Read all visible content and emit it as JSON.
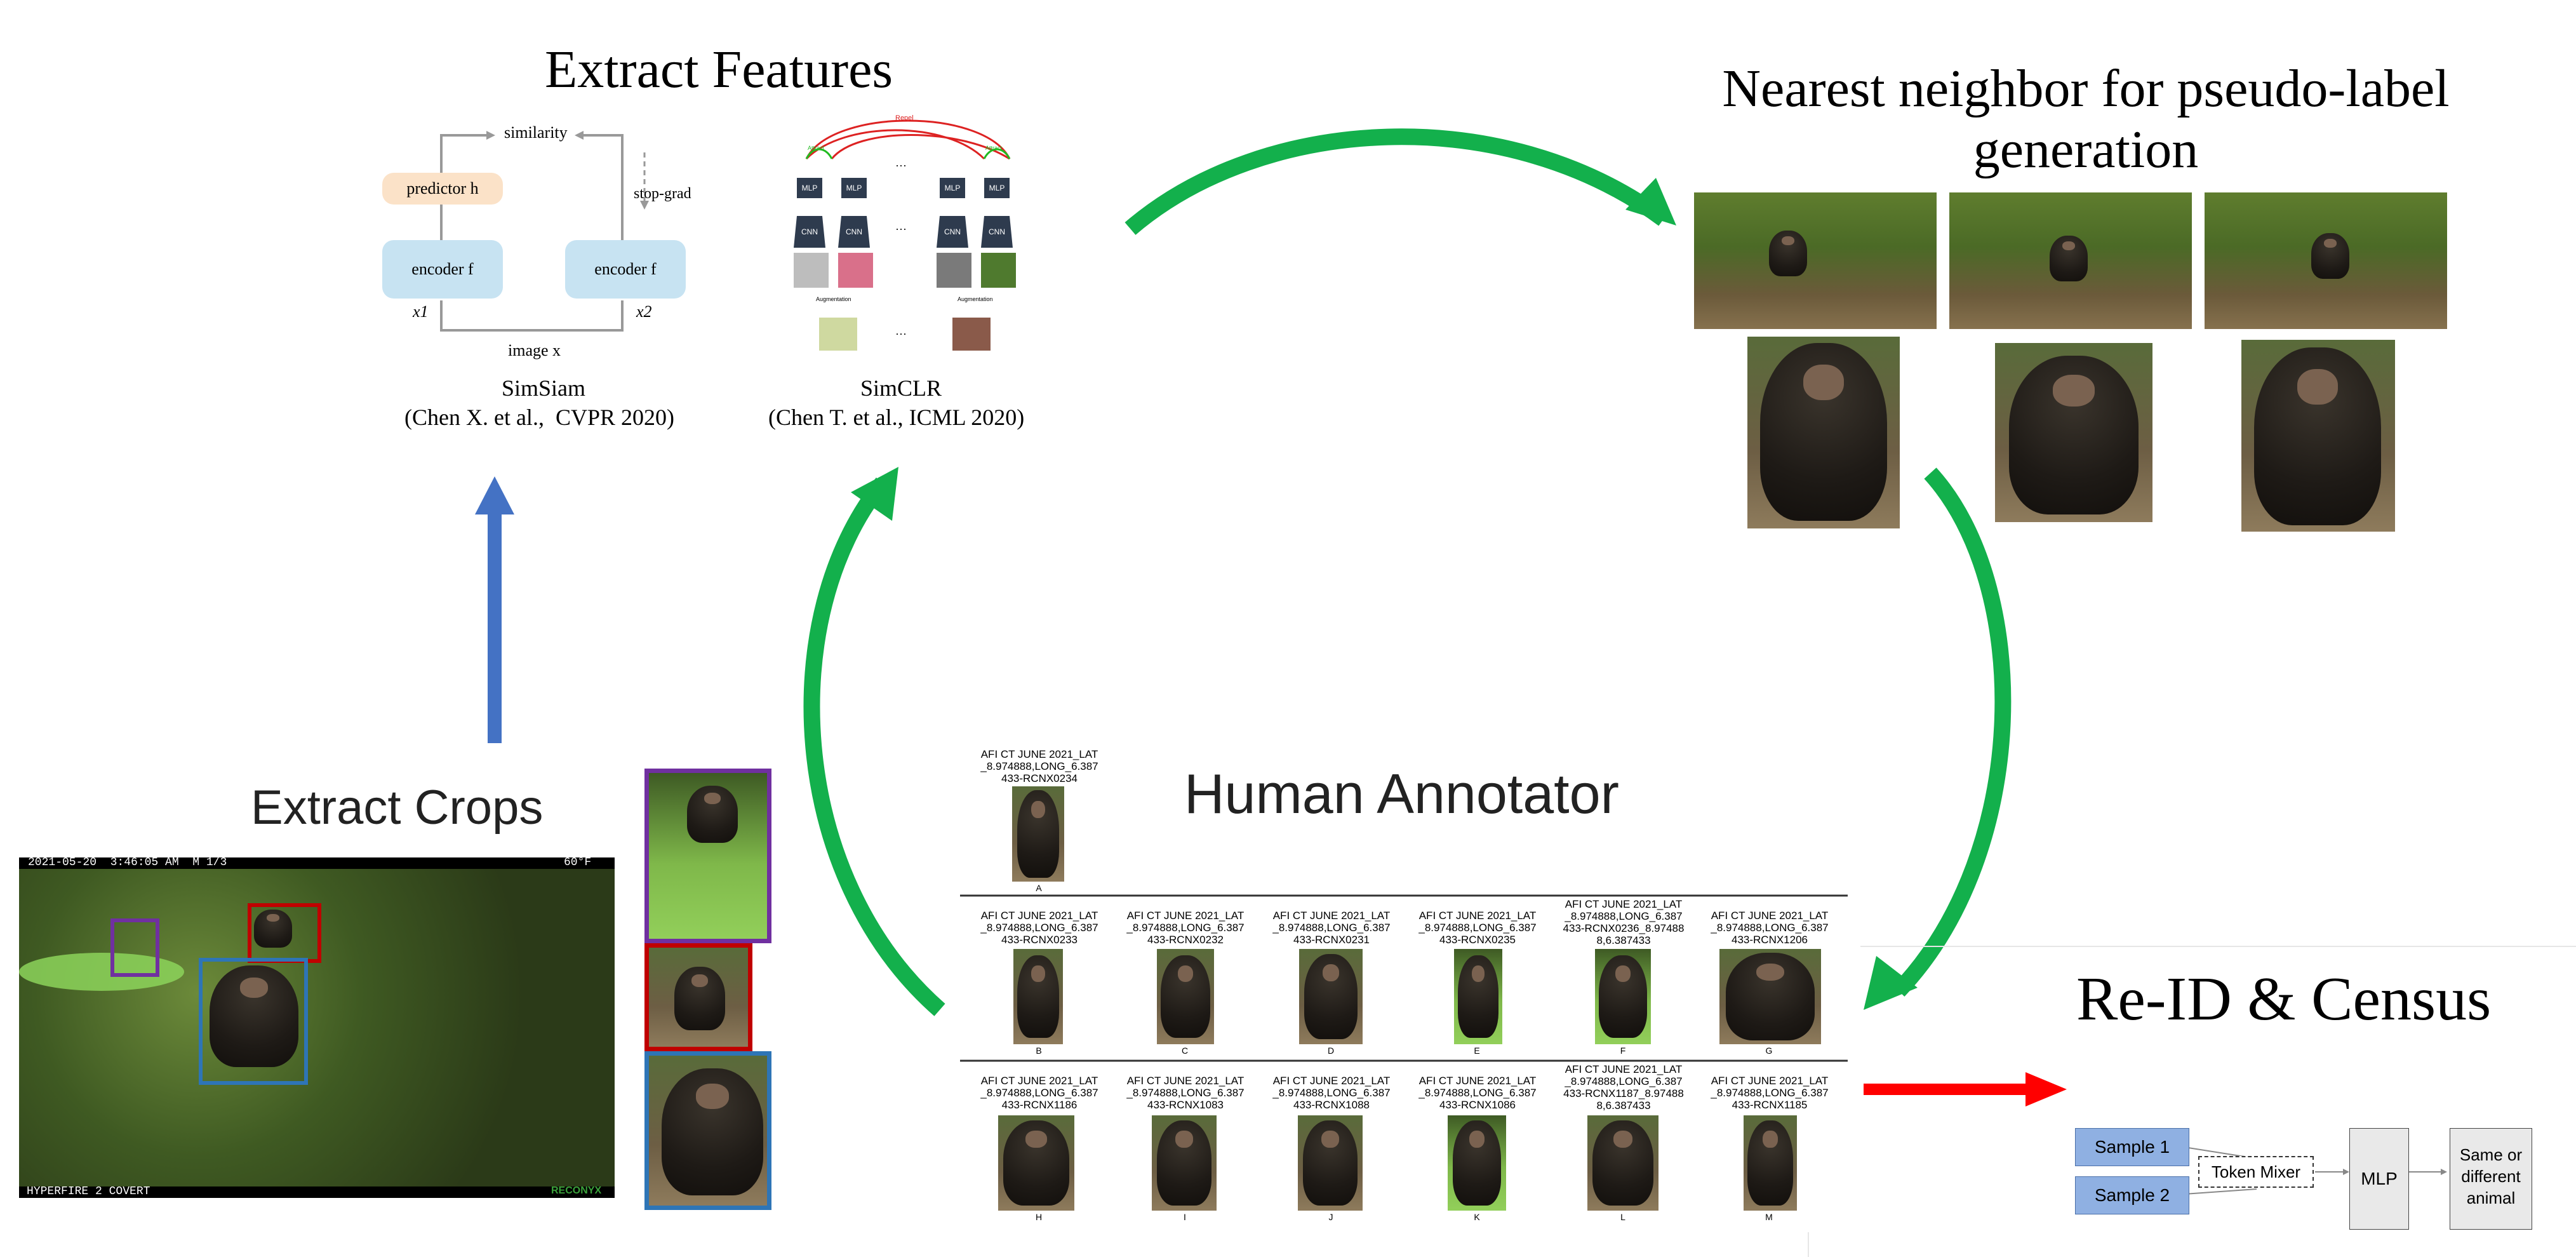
{
  "extract_features": {
    "title": "Extract Features",
    "simsiam": {
      "similarity": "similarity",
      "predictor": "predictor h",
      "stop_grad": "stop-grad",
      "encoder_left": "encoder f",
      "encoder_right": "encoder f",
      "x1": "x1",
      "x2": "x2",
      "image": "image x",
      "name": "SimSiam",
      "citation": "(Chen X. et al.,  CVPR 2020)"
    },
    "simclr": {
      "repel": "Repel",
      "attract_left": "Attract",
      "attract_right": "Attract",
      "mlp": "MLP",
      "cnn": "CNN",
      "augmentation_left": "Augmentation",
      "augmentation_right": "Augmentation",
      "ellipsis": "···",
      "name": "SimCLR",
      "citation": "(Chen T. et al., ICML 2020)"
    }
  },
  "nearest_neighbor": {
    "title_line1": "Nearest neighbor for pseudo-label",
    "title_line2": "generation"
  },
  "extract_crops": {
    "title": "Extract Crops",
    "camera_header": "2021-05-20  3:46:05 AM  M 1/3",
    "camera_temp": "60°F",
    "camera_footer": "HYPERFIRE 2 COVERT",
    "camera_brand": "RECONYX"
  },
  "human_annotator": {
    "title": "Human Annotator",
    "top": {
      "label": "AFI CT JUNE 2021_LAT\n_8.974888,LONG_6.387\n433-RCNX0234",
      "letter": "A"
    },
    "row1": [
      {
        "label": "AFI CT JUNE 2021_LAT\n_8.974888,LONG_6.387\n433-RCNX0233",
        "letter": "B"
      },
      {
        "label": "AFI CT JUNE 2021_LAT\n_8.974888,LONG_6.387\n433-RCNX0232",
        "letter": "C"
      },
      {
        "label": "AFI CT JUNE 2021_LAT\n_8.974888,LONG_6.387\n433-RCNX0231",
        "letter": "D"
      },
      {
        "label": "AFI CT JUNE 2021_LAT\n_8.974888,LONG_6.387\n433-RCNX0235",
        "letter": "E"
      },
      {
        "label": "AFI CT JUNE 2021_LAT\n_8.974888,LONG_6.387\n433-RCNX0236_8.97488\n8,6.387433",
        "letter": "F"
      },
      {
        "label": "AFI CT JUNE 2021_LAT\n_8.974888,LONG_6.387\n433-RCNX1206",
        "letter": "G"
      }
    ],
    "row2": [
      {
        "label": "AFI CT JUNE 2021_LAT\n_8.974888,LONG_6.387\n433-RCNX1186",
        "letter": "H"
      },
      {
        "label": "AFI CT JUNE 2021_LAT\n_8.974888,LONG_6.387\n433-RCNX1083",
        "letter": "I"
      },
      {
        "label": "AFI CT JUNE 2021_LAT\n_8.974888,LONG_6.387\n433-RCNX1088",
        "letter": "J"
      },
      {
        "label": "AFI CT JUNE 2021_LAT\n_8.974888,LONG_6.387\n433-RCNX1086",
        "letter": "K"
      },
      {
        "label": "AFI CT JUNE 2021_LAT\n_8.974888,LONG_6.387\n433-RCNX1187_8.97488\n8,6.387433",
        "letter": "L"
      },
      {
        "label": "AFI CT JUNE 2021_LAT\n_8.974888,LONG_6.387\n433-RCNX1185",
        "letter": "M"
      }
    ]
  },
  "reid": {
    "title": "Re-ID & Census",
    "sample1": "Sample 1",
    "sample2": "Sample 2",
    "token_mixer": "Token Mixer",
    "mlp": "MLP",
    "output_line1": "Same or",
    "output_line2": "different",
    "output_line3": "animal"
  },
  "colors": {
    "green_arrow": "#13b04c",
    "blue_arrow": "#4472c4",
    "red_arrow": "#ff0000",
    "box_purple": "#7030a0",
    "box_red": "#c00000",
    "box_blue": "#2e75b6"
  }
}
